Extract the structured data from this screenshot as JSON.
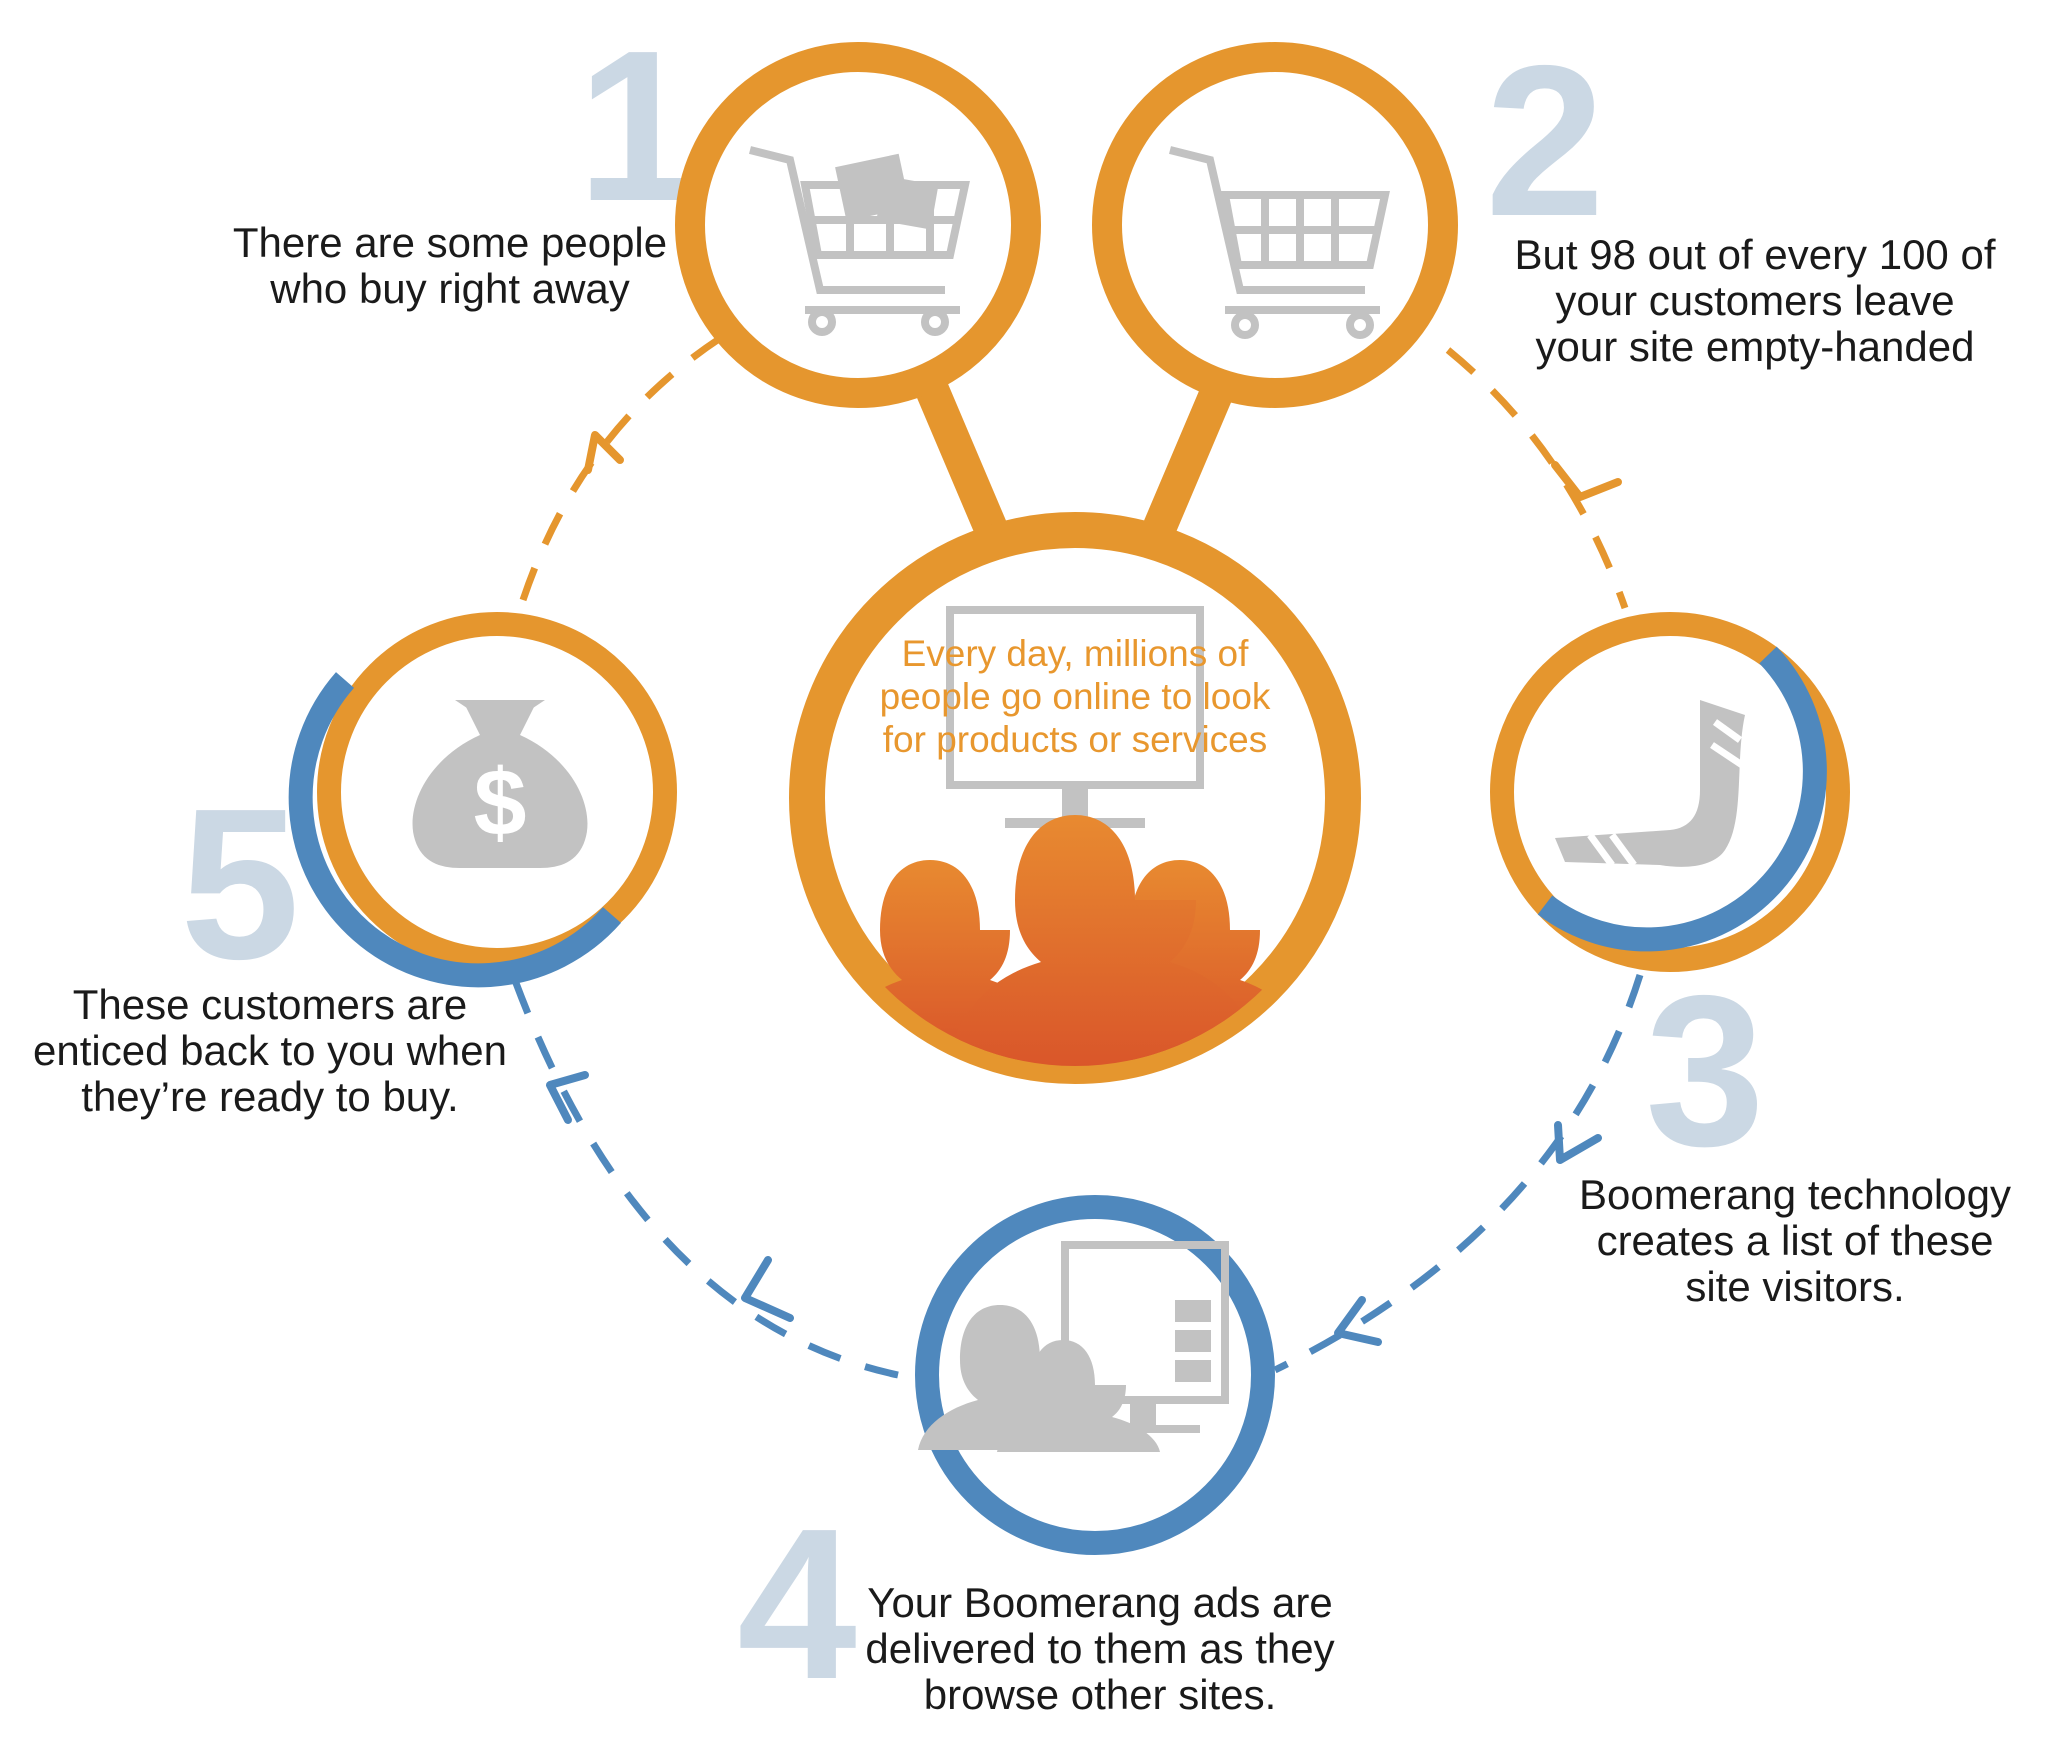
{
  "colors": {
    "orange": "#e5962e",
    "blue": "#4f88bd",
    "gray_icon": "#c2c2c2",
    "numeral": "#cbd8e4",
    "people_gradient_top": "#e88a30",
    "people_gradient_bottom": "#d9552a"
  },
  "center": {
    "lines": [
      "Every day, millions of",
      "people go online to look",
      "for products or services"
    ],
    "icons": [
      "monitor-icon",
      "people-group-icon"
    ]
  },
  "steps": [
    {
      "number": "1",
      "icon": "shopping-cart-full-icon",
      "lines": [
        "There are some people",
        "who buy right away"
      ]
    },
    {
      "number": "2",
      "icon": "shopping-cart-empty-icon",
      "lines": [
        "But 98 out of every 100 of",
        "your customers leave",
        "your site empty-handed"
      ]
    },
    {
      "number": "3",
      "icon": "boomerang-icon",
      "lines": [
        "Boomerang technology",
        "creates a list of these",
        "site visitors."
      ]
    },
    {
      "number": "4",
      "icon": "people-monitor-icon",
      "lines": [
        "Your Boomerang ads are",
        "delivered to them as they",
        "browse other sites."
      ]
    },
    {
      "number": "5",
      "icon": "money-bag-icon",
      "lines": [
        "These customers are",
        "enticed back to you when",
        "they’re ready to buy."
      ]
    }
  ],
  "money_symbol": "$"
}
